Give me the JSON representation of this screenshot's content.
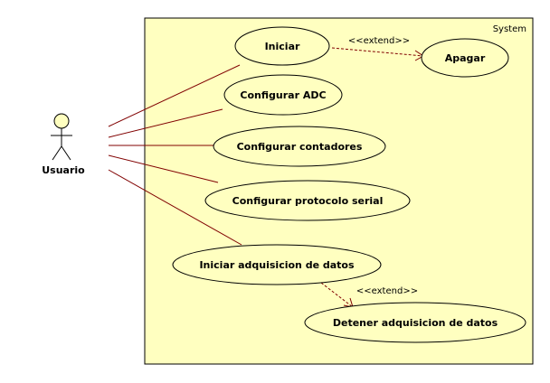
{
  "system": {
    "label": "System"
  },
  "actor": {
    "name": "Usuario"
  },
  "use_cases": {
    "iniciar": "Iniciar",
    "apagar": "Apagar",
    "configurar_adc": "Configurar ADC",
    "configurar_contadores": "Configurar contadores",
    "configurar_protocolo": "Configurar protocolo serial",
    "iniciar_adquisicion": "Iniciar adquisicion de datos",
    "detener_adquisicion": "Detener adquisicion de datos"
  },
  "relations": {
    "extend_1": "<<extend>>",
    "extend_2": "<<extend>>"
  },
  "colors": {
    "boundary_fill": "#ffffc0",
    "line": "#800000",
    "actor_head": "#ffffc0"
  }
}
